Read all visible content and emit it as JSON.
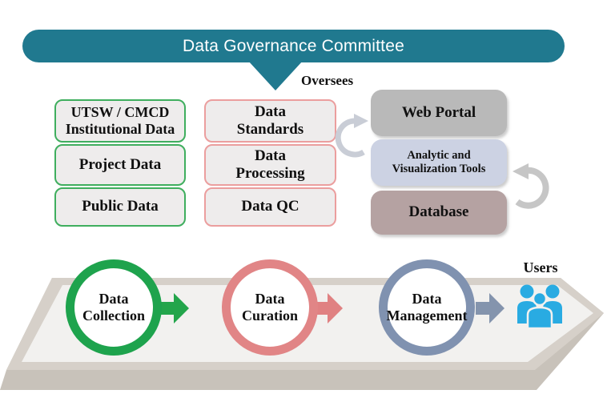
{
  "banner": {
    "title": "Data Governance Committee"
  },
  "oversees_label": "Oversees",
  "columns": {
    "data_sources": [
      {
        "label": "UTSW / CMCD\nInstitutional Data"
      },
      {
        "label": "Project Data"
      },
      {
        "label": "Public Data"
      }
    ],
    "processes": [
      {
        "label": "Data\nStandards"
      },
      {
        "label": "Data\nProcessing"
      },
      {
        "label": "Data QC"
      }
    ],
    "systems": [
      {
        "label": "Web Portal"
      },
      {
        "label": "Analytic and\nVisualization Tools"
      },
      {
        "label": "Database"
      }
    ]
  },
  "pipeline": {
    "stages": [
      {
        "label": "Data\nCollection"
      },
      {
        "label": "Data\nCuration"
      },
      {
        "label": "Data\nManagement"
      }
    ],
    "users_label": "Users"
  },
  "icons": {
    "cycle_left": "refresh-cycle-arrow",
    "cycle_right": "refresh-cycle-arrow",
    "users": "people-group-icon"
  },
  "colors": {
    "teal": "#20798f",
    "green": "#3fae5e",
    "pink": "#eb9e9e",
    "box_fill": "#eeecec",
    "gray_box": "#b9b9b9",
    "lav_box": "#ccd2e3",
    "mauve_box": "#b5a2a2",
    "circle_green": "#1ea34d",
    "circle_red": "#e18586",
    "circle_blue": "#8092b0",
    "arrow_green": "#23a54b",
    "arrow_pink": "#e08182",
    "arrow_blue": "#8494ad",
    "users_cyan": "#29abe2"
  }
}
